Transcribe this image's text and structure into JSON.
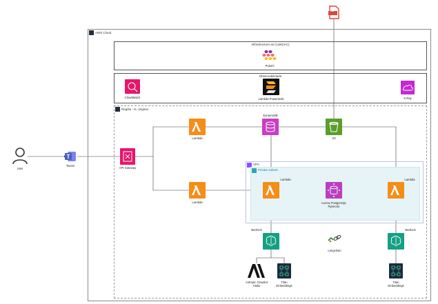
{
  "groups": {
    "aws_cloud": "AWS Cloud",
    "iac": "Infrastructure as Code(IAC)",
    "observability": "Observabilidade",
    "region": "Região - N. Virginia",
    "vpc": "VPC",
    "private_subnet": "Private subnet"
  },
  "nodes": {
    "pdf": "PDF",
    "user": "User",
    "teams": "Teams",
    "api_gateway": "API Gateway",
    "pulumi": "Pulumi",
    "cloudwatch": "CloudWatch",
    "lambda_powertools": "Lambda Powertools",
    "xray": "X-Ray",
    "lambda_top": "Lambda",
    "dynamodb": "DynamoDB",
    "s3": "S3",
    "lambda_bottom": "Lambda",
    "lambda_vpc_left": "Lambda",
    "aurora_line1": "Aurora PostgreSQL",
    "aurora_line2": "PgVector",
    "lambda_vpc_right": "Lambda",
    "bedrock_left": "Bedrock",
    "langchain": "Langchain",
    "bedrock_right": "Bedrock",
    "anthropic_line1": "Antropic Claude3",
    "anthropic_line2": "Haiku",
    "titan_left_line1": "Titan",
    "titan_left_line2": "Embeddings",
    "titan_right_line1": "Titan",
    "titan_right_line2": "Embeddings"
  },
  "colors": {
    "lambda": "#f58d17",
    "api": "#e7156c",
    "dynamodb": "#c83ec4",
    "s3": "#5a9e2c",
    "bedrock": "#14a083",
    "aurora": "#b93fc0",
    "pdf": "#e0443a",
    "teams": "#4b5fc1",
    "titan": "#1b2b3a"
  }
}
